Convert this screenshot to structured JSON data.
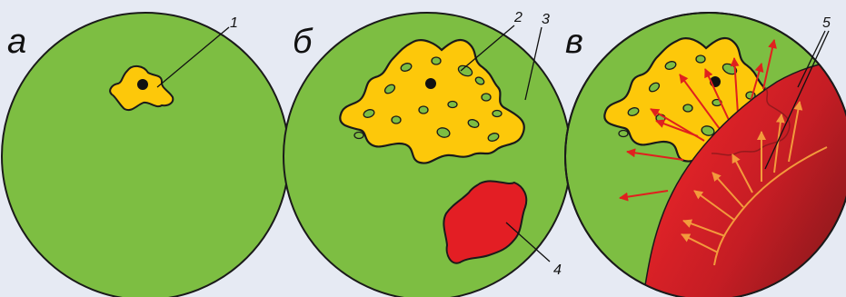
{
  "colors": {
    "background": "#e6eaf3",
    "disc": "#7dbe42",
    "cell": "#fdc80a",
    "cell_outline": "#1a1a1a",
    "nucleus": "#111111",
    "red_region": "#e31e24",
    "wave_dark": "#8b1a1a",
    "arrow_red": "#e0201e",
    "arrow_orange": "#f39a3c"
  },
  "panels": [
    {
      "letter": "а",
      "callouts": [
        "1"
      ]
    },
    {
      "letter": "б",
      "callouts": [
        "2",
        "3",
        "4"
      ]
    },
    {
      "letter": "в",
      "callouts": [
        "5"
      ]
    }
  ]
}
